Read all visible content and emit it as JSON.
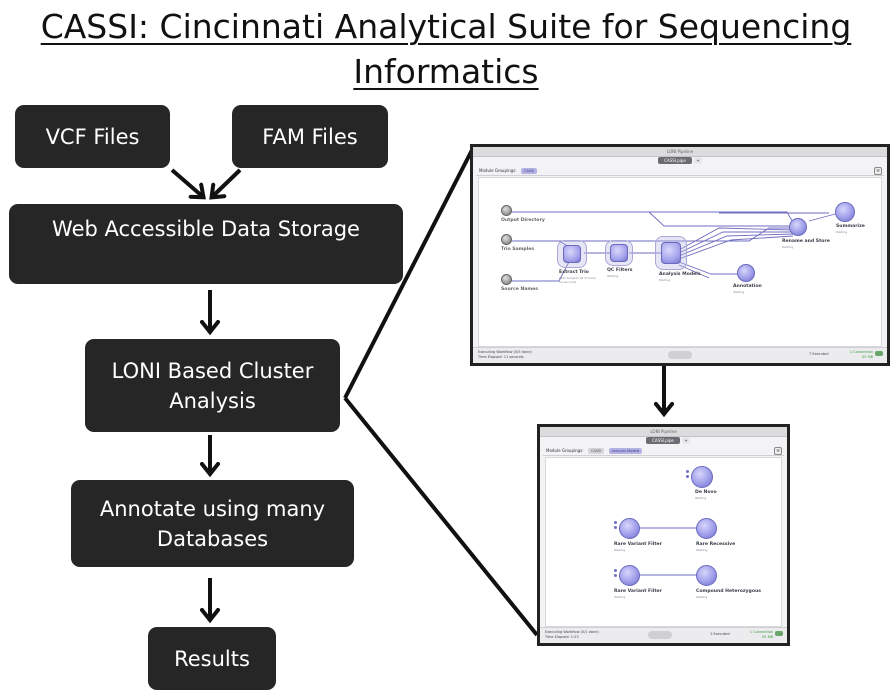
{
  "title": {
    "line1": "CASSI: Cincinnati Analytical Suite for Sequencing",
    "line2": "Informatics"
  },
  "flow": {
    "vcf_files": "VCF Files",
    "fam_files": "FAM Files",
    "web_storage": "Web Accessible Data Storage",
    "loni_line1": "LONI Based Cluster",
    "loni_line2": "Analysis",
    "annotate_line1": "Annotate using many",
    "annotate_line2": "Databases",
    "results": "Results"
  },
  "colors": {
    "box_fill": "#262626",
    "node_purple": "#9f9eea",
    "edge_line": "#6e6ec0"
  },
  "screenshot_top": {
    "window_title": "LONI Pipeline",
    "tab_label": "CASSI.pipe",
    "groupings_label": "Module Groupings:",
    "grouping_chip": "CASSI",
    "nodes": {
      "output_directory": "Output Directory",
      "trio_samples": "Trio Samples",
      "source_names": "Source Names",
      "extract_trio": "Extract Trio",
      "extract_trio_sub1": "PED Samples (# of Cols)",
      "extract_trio_sub2": "12 seconds",
      "qc_filters": "QC Filters",
      "qc_filters_sub": "Waiting",
      "analysis_models": "Analysis Models",
      "analysis_models_sub": "Waiting",
      "annotation": "Annotation",
      "annotation_sub": "Waiting",
      "rename_and_store": "Rename and Store",
      "rename_and_store_sub": "Waiting",
      "summarize": "Summarize",
      "summarize_sub": "Waiting"
    },
    "status_left1": "Executing Workflow (0/5 done)",
    "status_left2": "Time Elapsed: 11 seconds",
    "status_mid": "7 Executed",
    "status_right1": "1 Connection",
    "status_right2": "55 MB"
  },
  "screenshot_bottom": {
    "window_title": "LONI Pipeline",
    "tab_label": "CASSI.pipe",
    "groupings_label": "Module Groupings:",
    "grouping_chip1": "CASSI",
    "grouping_chip2": "Analysis Models",
    "nodes": {
      "de_novo": "De Novo",
      "de_novo_sub": "Waiting",
      "rare_variant_filter_1": "Rare Variant Filter",
      "rare_variant_filter_1_sub": "Waiting",
      "rare_recessive": "Rare Recessive",
      "rare_recessive_sub": "Waiting",
      "rare_variant_filter_2": "Rare Variant Filter",
      "rare_variant_filter_2_sub": "Waiting",
      "compound_heterozygous": "Compound Heterozygous",
      "compound_heterozygous_sub": "Waiting"
    },
    "status_left1": "Executing Workflow (0/1 done)",
    "status_left2": "Time Elapsed: 1:23",
    "status_mid": "1 Executed",
    "status_right1": "1 Connection",
    "status_right2": "55 MB"
  }
}
